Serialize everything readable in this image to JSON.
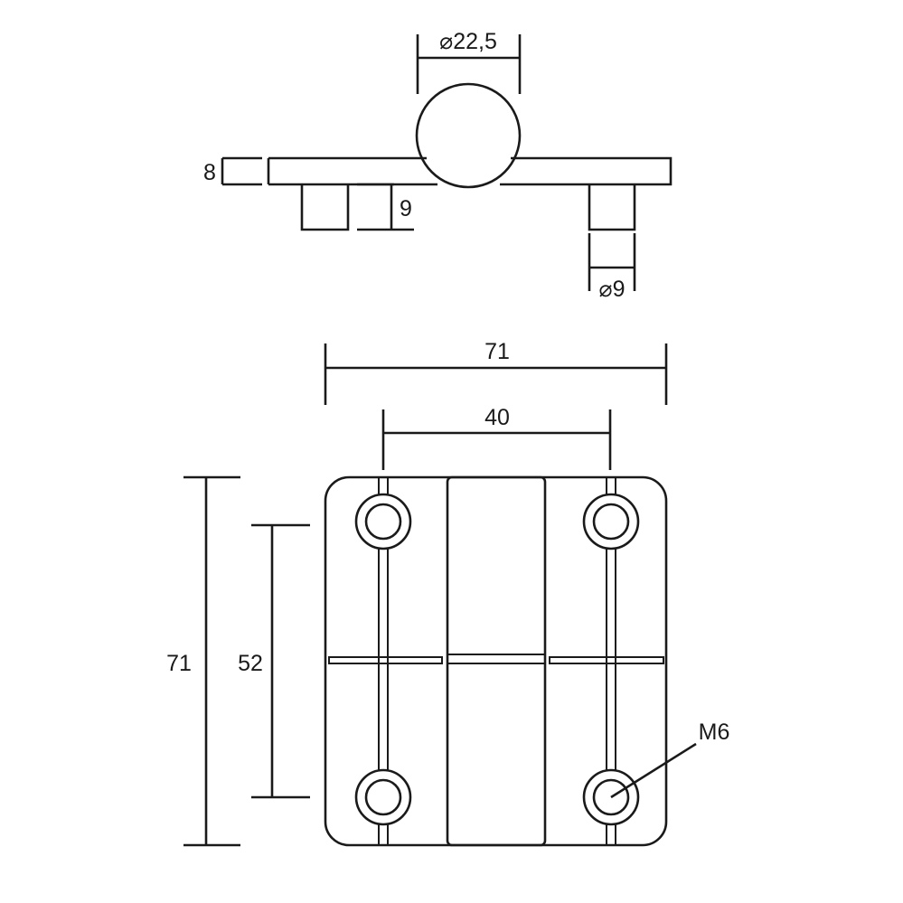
{
  "drawing": {
    "side_view": {
      "ball_diameter_label": "⌀22,5",
      "plate_thickness_label": "8",
      "pin_height_label": "9",
      "pin_diameter_label": "⌀9"
    },
    "top_view": {
      "overall_width_label": "71",
      "hole_spacing_width_label": "40",
      "overall_height_label": "71",
      "hole_spacing_height_label": "52",
      "thread_label": "M6"
    }
  }
}
